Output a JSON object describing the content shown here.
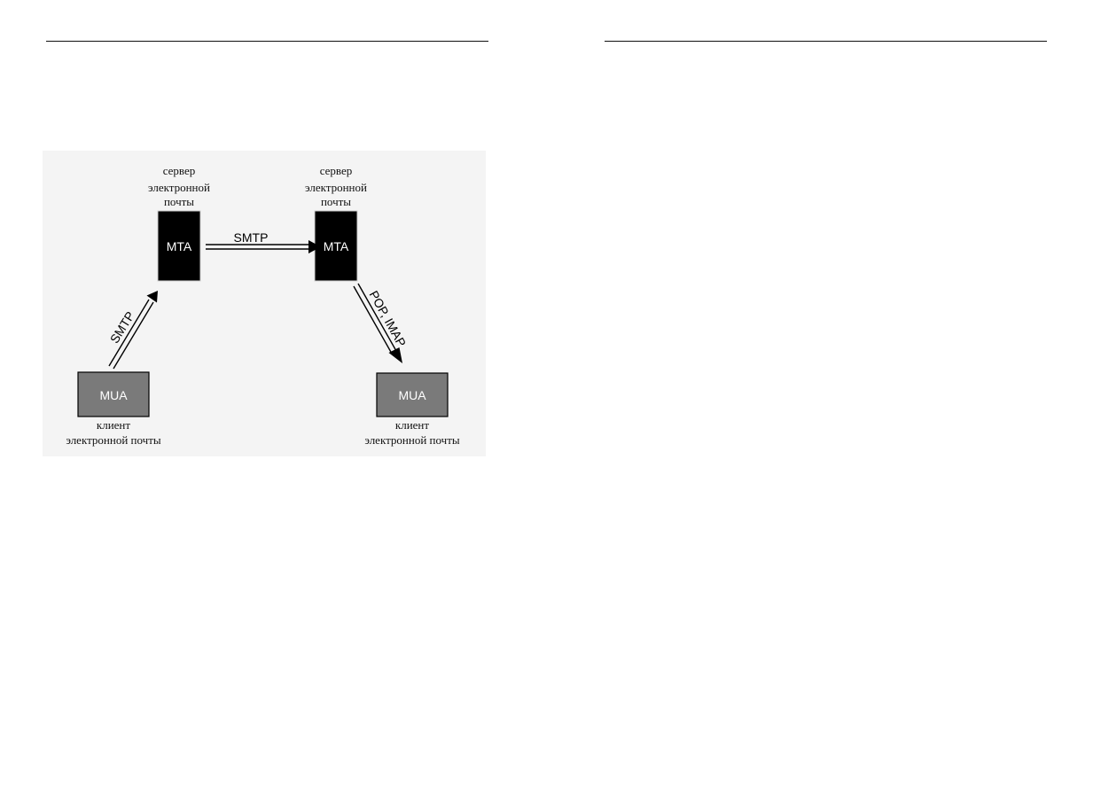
{
  "diagram": {
    "server_left": {
      "caption_line1": "сервер",
      "caption_line2": "электронной",
      "caption_line3": "почты",
      "label": "MTA"
    },
    "server_right": {
      "caption_line1": "сервер",
      "caption_line2": "электронной",
      "caption_line3": "почты",
      "label": "MTA"
    },
    "client_left": {
      "label": "MUA",
      "caption_line1": "клиент",
      "caption_line2": "электронной почты"
    },
    "client_right": {
      "label": "MUA",
      "caption_line1": "клиент",
      "caption_line2": "электронной почты"
    },
    "links": {
      "client_to_server": "SMTP",
      "server_to_server": "SMTP",
      "server_to_client": "POP, IMAP"
    },
    "colors": {
      "mta_fill": "#000000",
      "mua_fill": "#7a7a7a",
      "box_text": "#ffffff",
      "background": "#f4f4f4"
    }
  }
}
